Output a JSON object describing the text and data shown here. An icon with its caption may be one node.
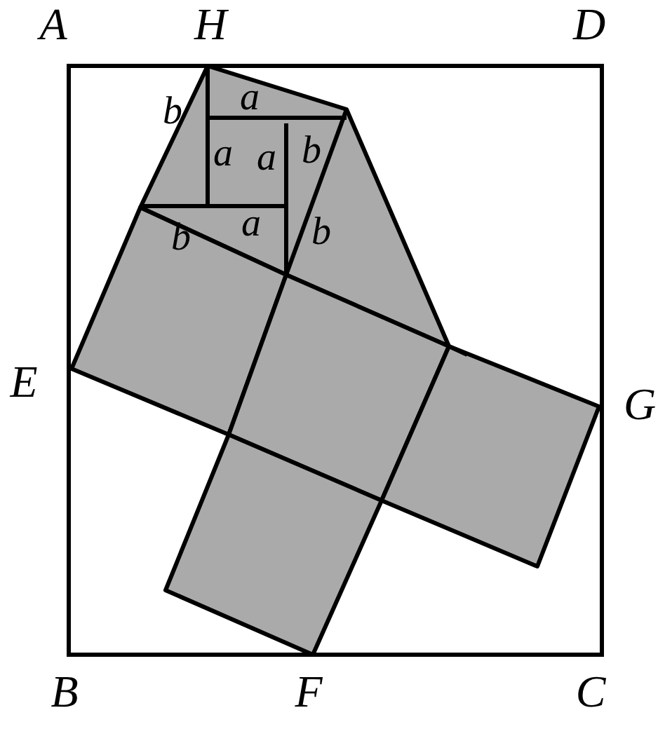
{
  "diagram": {
    "labels": [
      "A",
      "H",
      "D",
      "b",
      "a",
      "a",
      "a",
      "b",
      "b",
      "a",
      "b",
      "E",
      "G",
      "B",
      "F",
      "C"
    ]
  }
}
